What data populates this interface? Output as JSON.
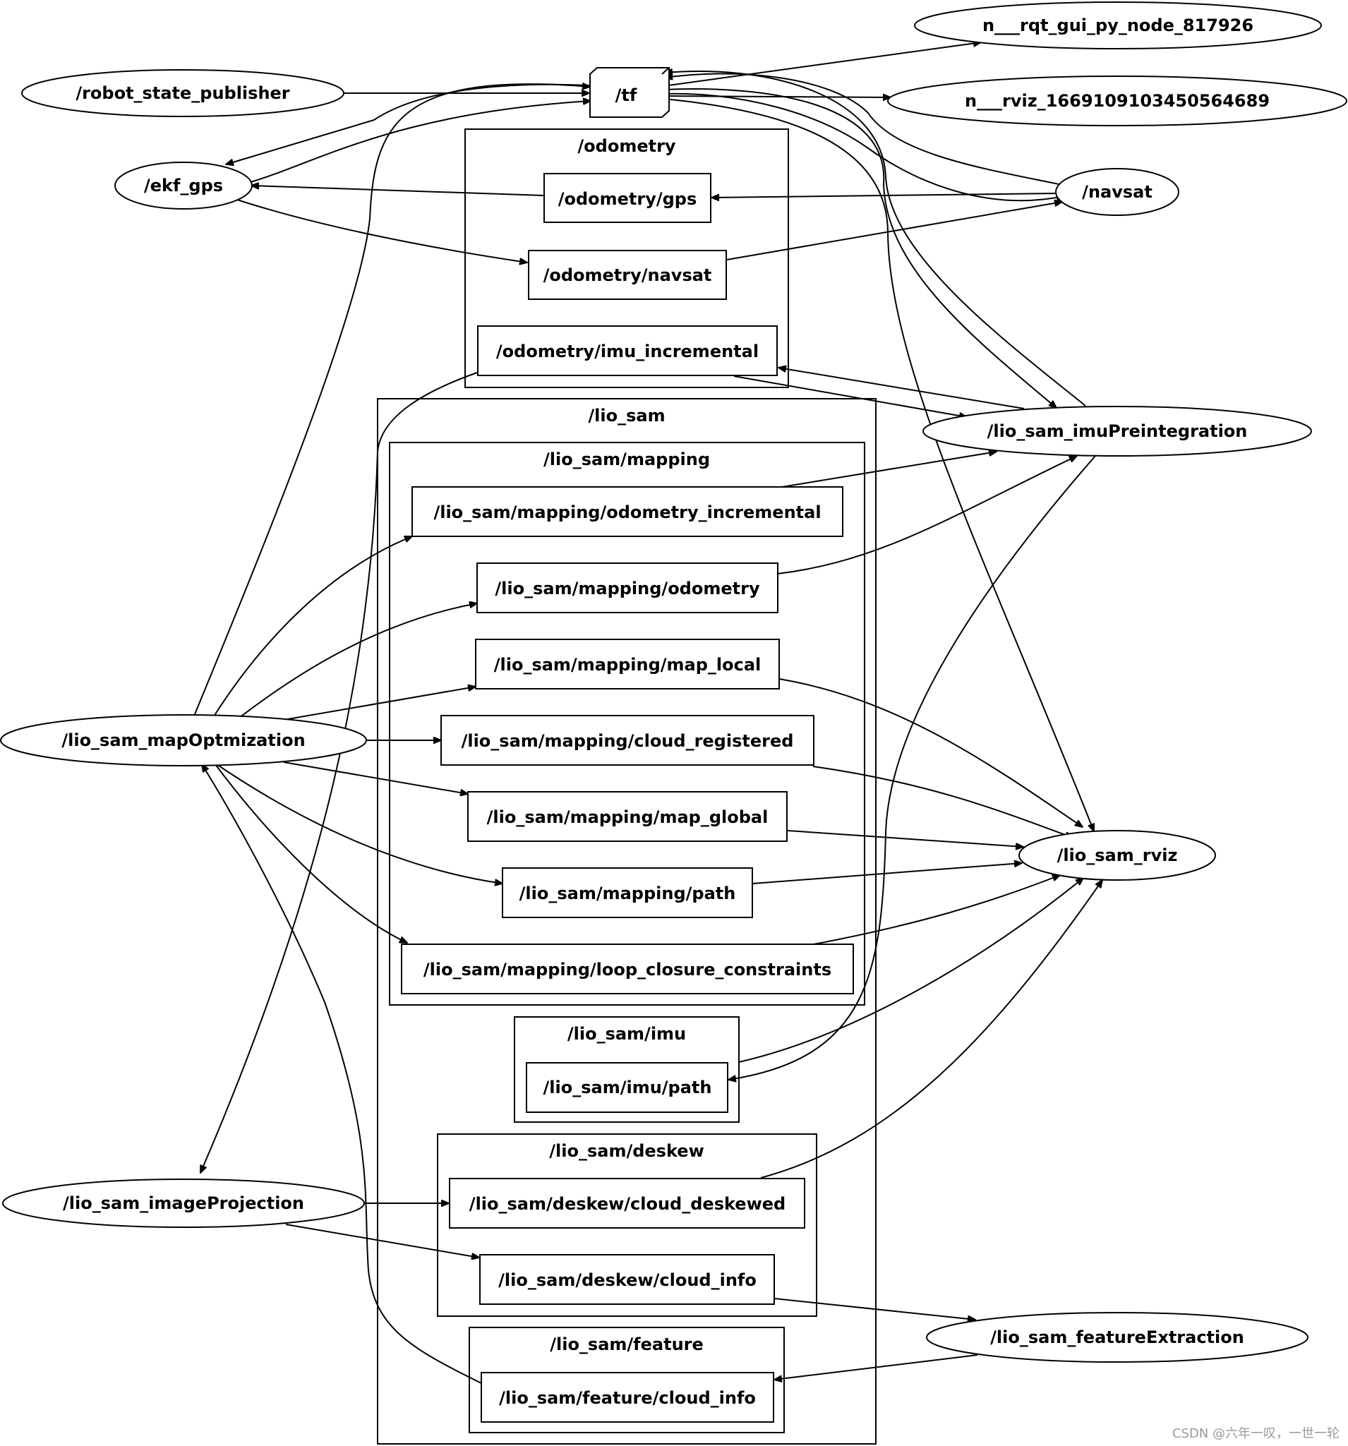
{
  "nodes": {
    "robot_state_publisher": "/robot_state_publisher",
    "tf": "/tf",
    "rqt_gui": "n___rqt_gui_py_node_817926",
    "rviz": "n___rviz_1669109103450564689",
    "ekf_gps": "/ekf_gps",
    "navsat": "/navsat",
    "imuPreintegration": "/lio_sam_imuPreintegration",
    "mapOptmization": "/lio_sam_mapOptmization",
    "lio_sam_rviz": "/lio_sam_rviz",
    "imageProjection": "/lio_sam_imageProjection",
    "featureExtraction": "/lio_sam_featureExtraction"
  },
  "topics": {
    "odometry_gps": "/odometry/gps",
    "odometry_navsat": "/odometry/navsat",
    "odometry_imu_incremental": "/odometry/imu_incremental",
    "mapping_odometry_incremental": "/lio_sam/mapping/odometry_incremental",
    "mapping_odometry": "/lio_sam/mapping/odometry",
    "mapping_map_local": "/lio_sam/mapping/map_local",
    "mapping_cloud_registered": "/lio_sam/mapping/cloud_registered",
    "mapping_map_global": "/lio_sam/mapping/map_global",
    "mapping_path": "/lio_sam/mapping/path",
    "mapping_loop_closure_constraints": "/lio_sam/mapping/loop_closure_constraints",
    "imu_path": "/lio_sam/imu/path",
    "deskew_cloud_deskewed": "/lio_sam/deskew/cloud_deskewed",
    "deskew_cloud_info": "/lio_sam/deskew/cloud_info",
    "feature_cloud_info": "/lio_sam/feature/cloud_info"
  },
  "clusters": {
    "odometry": "/odometry",
    "lio_sam": "/lio_sam",
    "mapping": "/lio_sam/mapping",
    "imu": "/lio_sam/imu",
    "deskew": "/lio_sam/deskew",
    "feature": "/lio_sam/feature"
  },
  "watermark": "CSDN @六年一叹，一世一轮"
}
